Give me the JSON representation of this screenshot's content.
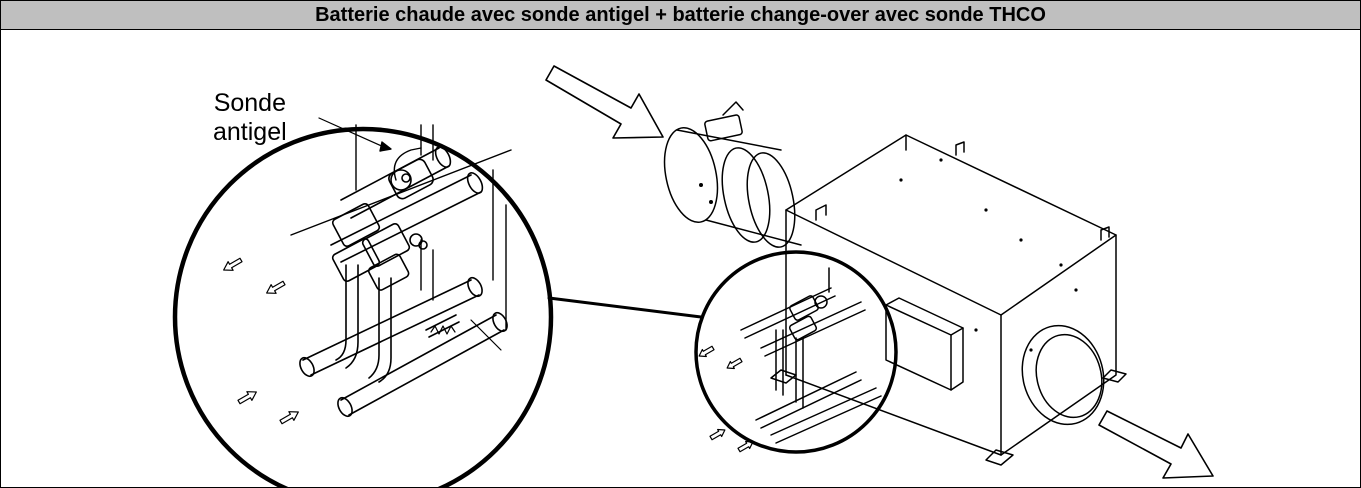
{
  "title": "Batterie chaude avec sonde antigel + batterie change-over avec sonde THCO",
  "callout": {
    "line1": "Sonde",
    "line2": "antigel"
  },
  "icons": {
    "airflow_in": "airflow-arrow-icon",
    "airflow_out": "airflow-arrow-icon",
    "water_out": "small-arrow-icon",
    "water_in": "small-arrow-icon"
  },
  "colors": {
    "header_bg": "#bfbfbf",
    "line": "#000000",
    "background": "#ffffff"
  }
}
